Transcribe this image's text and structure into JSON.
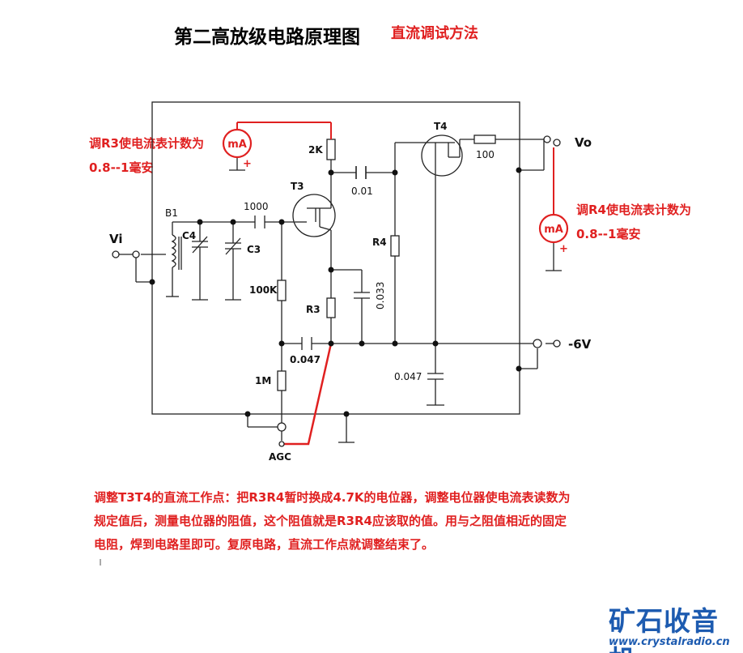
{
  "title": "第二高放级电路原理图",
  "subtitle": "直流调试方法",
  "notes": {
    "r3_line1": "调R3使电流表计数为",
    "r3_line2": "0.8--1毫安",
    "r4_line1": "调R4使电流表计数为",
    "r4_line2": "0.8--1毫安"
  },
  "labels": {
    "vi": "Vi",
    "vi_sub": "i",
    "vo": "Vo",
    "vo_sub": "o",
    "minus6v": "-6V",
    "agc": "AGC",
    "b1": "B1",
    "c4": "C4",
    "c3": "C3",
    "c1000": "1000",
    "t3": "T3",
    "t4": "T4",
    "r2k": "2K",
    "c001": "0.01",
    "r100": "100",
    "r4": "R4",
    "r100k": "100K",
    "r3": "R3",
    "c0033": "0.033",
    "c0047a": "0.047",
    "c0047b": "0.047",
    "r1m": "1M",
    "meter": "mA",
    "plus": "+"
  },
  "paragraph": {
    "line1": "调整T3T4的直流工作点：把R3R4暂时换成4.7K的电位器，调整电位器使电流表读数为",
    "line2": "规定值后，测量电位器的阻值，这个阻值就是R3R4应该取的值。用与之阻值相近的固定",
    "line3": "电阻，焊到电路里即可。复原电路，直流工作点就调整结束了。"
  },
  "watermark": {
    "name": "矿石收音机",
    "url": "www.crystalradio.cn"
  },
  "colors": {
    "accent": "#e02020",
    "brand": "#1d5bb0",
    "wire": "#222222"
  }
}
